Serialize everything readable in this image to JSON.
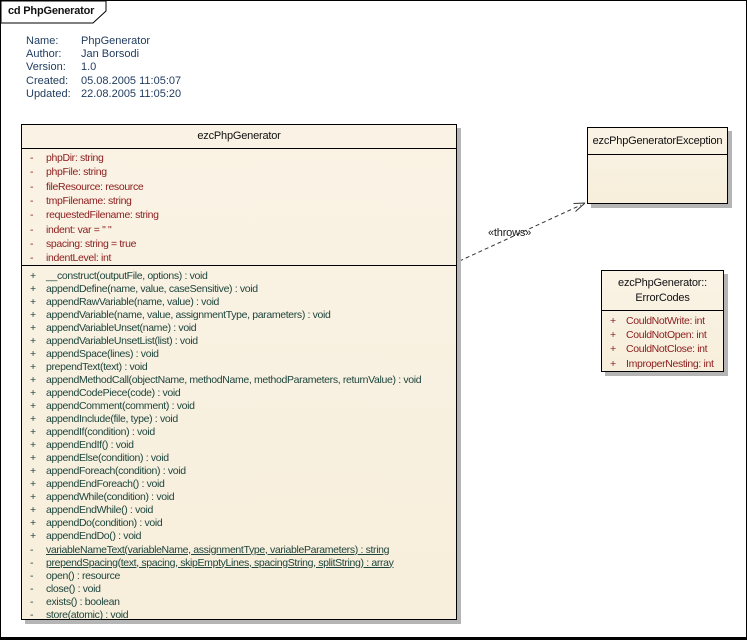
{
  "frame": {
    "label": "cd PhpGenerator"
  },
  "metadata": {
    "rows": [
      {
        "label": "Name:",
        "value": "PhpGenerator"
      },
      {
        "label": "Author:",
        "value": "Jan Borsodi"
      },
      {
        "label": "Version:",
        "value": "1.0"
      },
      {
        "label": "Created:",
        "value": "05.08.2005 11:05:07"
      },
      {
        "label": "Updated:",
        "value": "22.08.2005 11:05:20"
      }
    ]
  },
  "colors": {
    "box_fill": "#f8f0e0",
    "box_border": "#000000",
    "box_shadow": "#b5b5b5",
    "attribute_text": "#8b1c1c",
    "operation_text": "#1d453d",
    "metadata_text": "#1e3a5e",
    "header_text": "#101010"
  },
  "classes": {
    "generator": {
      "name": "ezcPhpGenerator",
      "attributes": [
        {
          "visibility": "-",
          "signature": "phpDir:  string"
        },
        {
          "visibility": "-",
          "signature": "phpFile:  string"
        },
        {
          "visibility": "-",
          "signature": "fileResource:  resource"
        },
        {
          "visibility": "-",
          "signature": "tmpFilename:  string"
        },
        {
          "visibility": "-",
          "signature": "requestedFilename:  string"
        },
        {
          "visibility": "-",
          "signature": "indent:  var = \" \""
        },
        {
          "visibility": "-",
          "signature": "spacing:  string = true"
        },
        {
          "visibility": "-",
          "signature": "indentLevel:  int"
        }
      ],
      "operations": [
        {
          "visibility": "+",
          "signature": "__construct(outputFile, options) : void"
        },
        {
          "visibility": "+",
          "signature": "appendDefine(name, value, caseSensitive) : void"
        },
        {
          "visibility": "+",
          "signature": "appendRawVariable(name, value) : void"
        },
        {
          "visibility": "+",
          "signature": "appendVariable(name, value, assignmentType, parameters) : void"
        },
        {
          "visibility": "+",
          "signature": "appendVariableUnset(name) : void"
        },
        {
          "visibility": "+",
          "signature": "appendVariableUnsetList(list) : void"
        },
        {
          "visibility": "+",
          "signature": "appendSpace(lines) : void"
        },
        {
          "visibility": "+",
          "signature": "prependText(text) : void"
        },
        {
          "visibility": "+",
          "signature": "appendMethodCall(objectName, methodName, methodParameters, returnValue) : void"
        },
        {
          "visibility": "+",
          "signature": "appendCodePiece(code) : void"
        },
        {
          "visibility": "+",
          "signature": "appendComment(comment) : void"
        },
        {
          "visibility": "+",
          "signature": "appendInclude(file, type) : void"
        },
        {
          "visibility": "+",
          "signature": "appendIf(condition) : void"
        },
        {
          "visibility": "+",
          "signature": "appendEndIf() : void"
        },
        {
          "visibility": "+",
          "signature": "appendElse(condition) : void"
        },
        {
          "visibility": "+",
          "signature": "appendForeach(condition) : void"
        },
        {
          "visibility": "+",
          "signature": "appendEndForeach() : void"
        },
        {
          "visibility": "+",
          "signature": "appendWhile(condition) : void"
        },
        {
          "visibility": "+",
          "signature": "appendEndWhile() : void"
        },
        {
          "visibility": "+",
          "signature": "appendDo(condition) : void"
        },
        {
          "visibility": "+",
          "signature": "appendEndDo() : void"
        },
        {
          "visibility": "-",
          "signature": "variableNameText(variableName, assignmentType, variableParameters) : string",
          "static": true
        },
        {
          "visibility": "-",
          "signature": "prependSpacing(text, spacing, skipEmptyLines, spacingString, splitString) : array",
          "static": true
        },
        {
          "visibility": "-",
          "signature": "open() : resource"
        },
        {
          "visibility": "-",
          "signature": "close() : void"
        },
        {
          "visibility": "-",
          "signature": "exists() : boolean"
        },
        {
          "visibility": "-",
          "signature": "store(atomic) : void"
        }
      ]
    },
    "exception": {
      "name": "ezcPhpGeneratorException"
    },
    "error_codes": {
      "name_line1": "ezcPhpGenerator::",
      "name_line2": "ErrorCodes",
      "attributes": [
        {
          "visibility": "+",
          "signature": "CouldNotWrite:  int"
        },
        {
          "visibility": "+",
          "signature": "CouldNotOpen:  int"
        },
        {
          "visibility": "+",
          "signature": "CouldNotClose:  int"
        },
        {
          "visibility": "+",
          "signature": "ImproperNesting:  int"
        }
      ]
    }
  },
  "connector": {
    "label": "«throws»"
  }
}
